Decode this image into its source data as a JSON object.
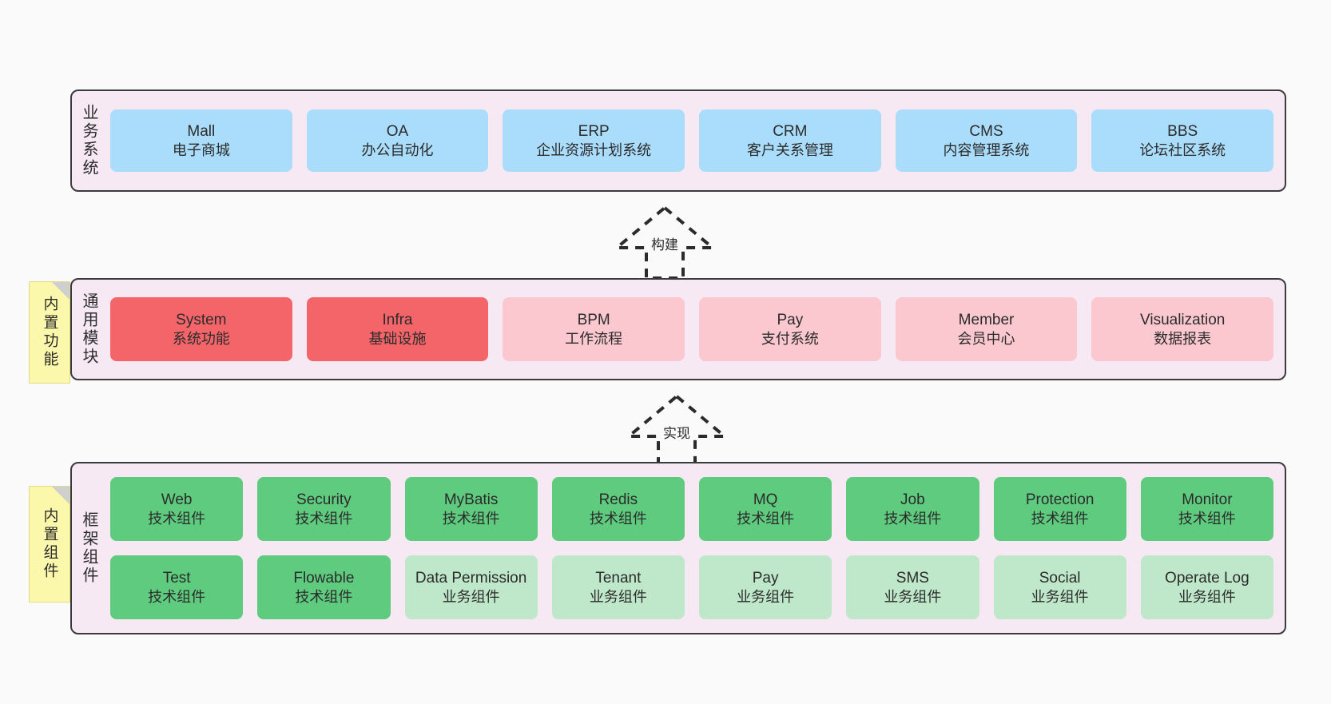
{
  "diagram": {
    "background": "#fafafa",
    "band_fill": "#f7e9f3",
    "band_stroke": "#3b3b3b",
    "sticky_fill": "#fcf8ab",
    "colors": {
      "business": "#aadcfb",
      "module_core": "#f4656a",
      "module_optional": "#fbc8d0",
      "component_tech": "#5fcb7f",
      "component_biz": "#bfe8cb"
    }
  },
  "layers": [
    {
      "key": "business",
      "label": "业务系统",
      "sticky": null,
      "rows": [
        {
          "nodes": [
            {
              "title": "Mall",
              "sub": "电子商城"
            },
            {
              "title": "OA",
              "sub": "办公自动化"
            },
            {
              "title": "ERP",
              "sub": "企业资源计划系统"
            },
            {
              "title": "CRM",
              "sub": "客户关系管理"
            },
            {
              "title": "CMS",
              "sub": "内容管理系统"
            },
            {
              "title": "BBS",
              "sub": "论坛社区系统"
            }
          ]
        }
      ]
    },
    {
      "key": "modules",
      "label": "通用模块",
      "sticky": "内置功能",
      "rows": [
        {
          "nodes": [
            {
              "title": "System",
              "sub": "系统功能"
            },
            {
              "title": "Infra",
              "sub": "基础设施"
            },
            {
              "title": "BPM",
              "sub": "工作流程"
            },
            {
              "title": "Pay",
              "sub": "支付系统"
            },
            {
              "title": "Member",
              "sub": "会员中心"
            },
            {
              "title": "Visualization",
              "sub": "数据报表"
            }
          ]
        }
      ]
    },
    {
      "key": "framework",
      "label": "框架组件",
      "sticky": "内置组件",
      "rows": [
        {
          "nodes": [
            {
              "title": "Web",
              "sub": "技术组件"
            },
            {
              "title": "Security",
              "sub": "技术组件"
            },
            {
              "title": "MyBatis",
              "sub": "技术组件"
            },
            {
              "title": "Redis",
              "sub": "技术组件"
            },
            {
              "title": "MQ",
              "sub": "技术组件"
            },
            {
              "title": "Job",
              "sub": "技术组件"
            },
            {
              "title": "Protection",
              "sub": "技术组件"
            },
            {
              "title": "Monitor",
              "sub": "技术组件"
            }
          ]
        },
        {
          "nodes": [
            {
              "title": "Test",
              "sub": "技术组件"
            },
            {
              "title": "Flowable",
              "sub": "技术组件"
            },
            {
              "title": "Data Permission",
              "sub": "业务组件"
            },
            {
              "title": "Tenant",
              "sub": "业务组件"
            },
            {
              "title": "Pay",
              "sub": "业务组件"
            },
            {
              "title": "SMS",
              "sub": "业务组件"
            },
            {
              "title": "Social",
              "sub": "业务组件"
            },
            {
              "title": "Operate Log",
              "sub": "业务组件"
            }
          ]
        }
      ]
    }
  ],
  "connectors": [
    {
      "key": "build",
      "label": "构建"
    },
    {
      "key": "implement",
      "label": "实现"
    }
  ]
}
